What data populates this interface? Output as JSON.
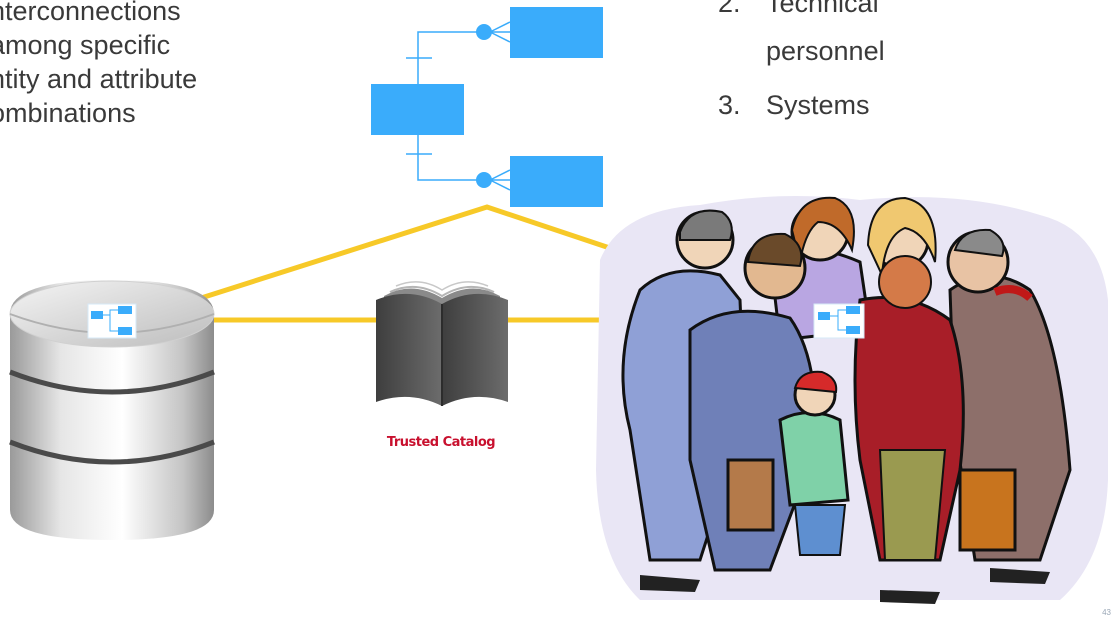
{
  "left_text": {
    "lines": [
      "nterconnections",
      "among specific",
      "ntity and attribute",
      "ombinations"
    ]
  },
  "list": {
    "item2_num": "2.",
    "item2_line1": "Technical",
    "item2_line2": "personnel",
    "item3_num": "3.",
    "item3_label": "Systems"
  },
  "catalog": {
    "label": "Trusted Catalog"
  },
  "page_number": "43",
  "colors": {
    "entity_blue": "#3aacfb",
    "link_yellow": "#f7c928",
    "caption_red": "#c8102e"
  }
}
